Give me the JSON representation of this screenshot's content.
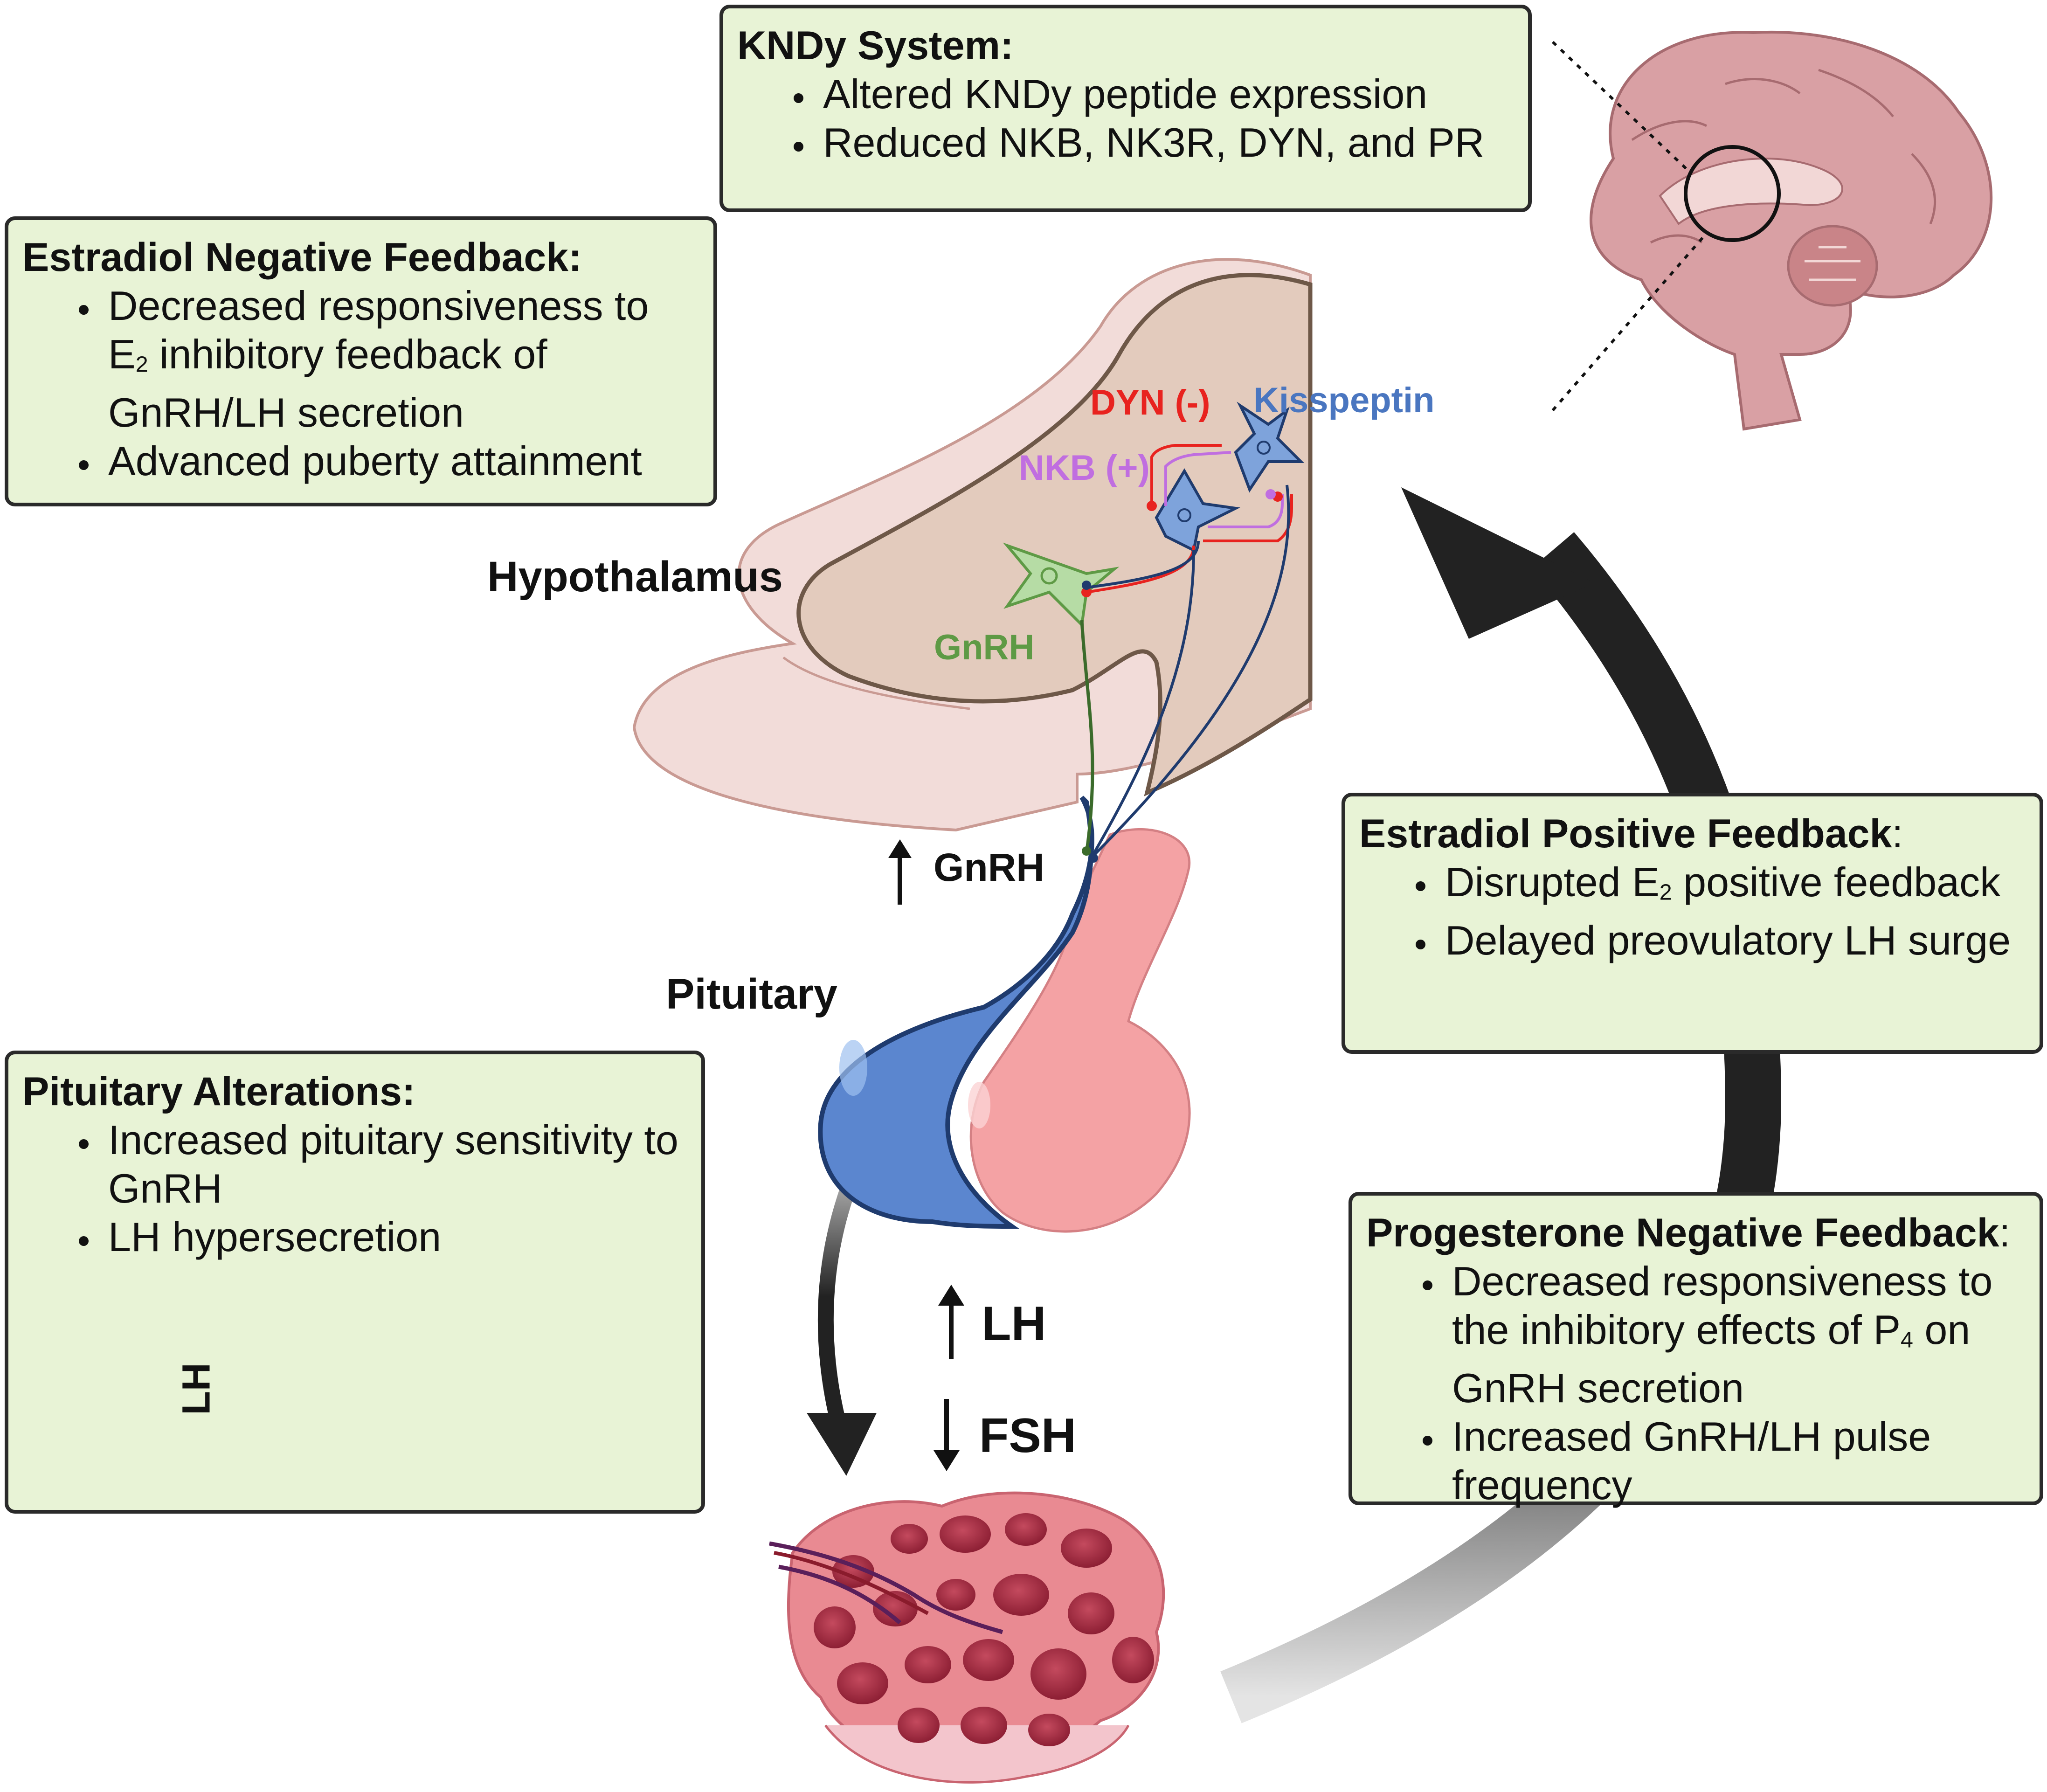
{
  "boxes": {
    "kndy": {
      "title": "KNDy System:",
      "items": [
        "Altered KNDy peptide expression",
        "Reduced NKB, NK3R, DYN, and PR"
      ]
    },
    "estradiol_negative": {
      "title": "Estradiol Negative Feedback:",
      "items": [
        {
          "pre": "Decreased responsiveness to E",
          "sub": "2",
          "post": " inhibitory feedback of GnRH/LH secretion"
        },
        {
          "pre": "Advanced puberty attainment",
          "sub": "",
          "post": ""
        }
      ]
    },
    "pituitary_alterations": {
      "title": "Pituitary Alterations:",
      "items": [
        "Increased pituitary sensitivity to GnRH",
        "LH hypersecretion"
      ],
      "chart_ylabel": "LH"
    },
    "estradiol_positive": {
      "title": "Estradiol Positive Feedback",
      "title_suffix": ":",
      "items": [
        {
          "pre": "Disrupted E",
          "sub": "2",
          "post": " positive feedback"
        },
        {
          "pre": "Delayed preovulatory LH surge",
          "sub": "",
          "post": ""
        }
      ]
    },
    "progesterone_negative": {
      "title": "Progesterone Negative Feedback",
      "title_suffix": ":",
      "items": [
        {
          "pre": "Decreased responsiveness to the inhibitory effects of P",
          "sub": "4",
          "post": " on GnRH secretion"
        },
        {
          "pre": "Increased GnRH/LH pulse frequency",
          "sub": "",
          "post": ""
        }
      ]
    }
  },
  "labels": {
    "hypothalamus": "Hypothalamus",
    "pituitary": "Pituitary",
    "dyn": "DYN (-)",
    "kisspeptin": "Kisspeptin",
    "nkb": "NKB (+)",
    "gnrh_cell": "GnRH",
    "gnrh_release": "GnRH",
    "lh": "LH",
    "fsh": "FSH"
  },
  "arrows": {
    "gnrh_release": "up-arrow-icon",
    "lh": "up-arrow-icon",
    "fsh": "down-arrow-icon"
  },
  "colors": {
    "box_fill": "#e8f3d6",
    "dyn": "#e8231f",
    "kisspeptin": "#4a76c0",
    "nkb": "#c06ee0",
    "gnrh": "#5e9a45",
    "pituitary_anterior": "#5b86cf",
    "pituitary_posterior": "#f4a2a4",
    "ovary": "#e98a92",
    "brain": "#d9a0a4"
  }
}
